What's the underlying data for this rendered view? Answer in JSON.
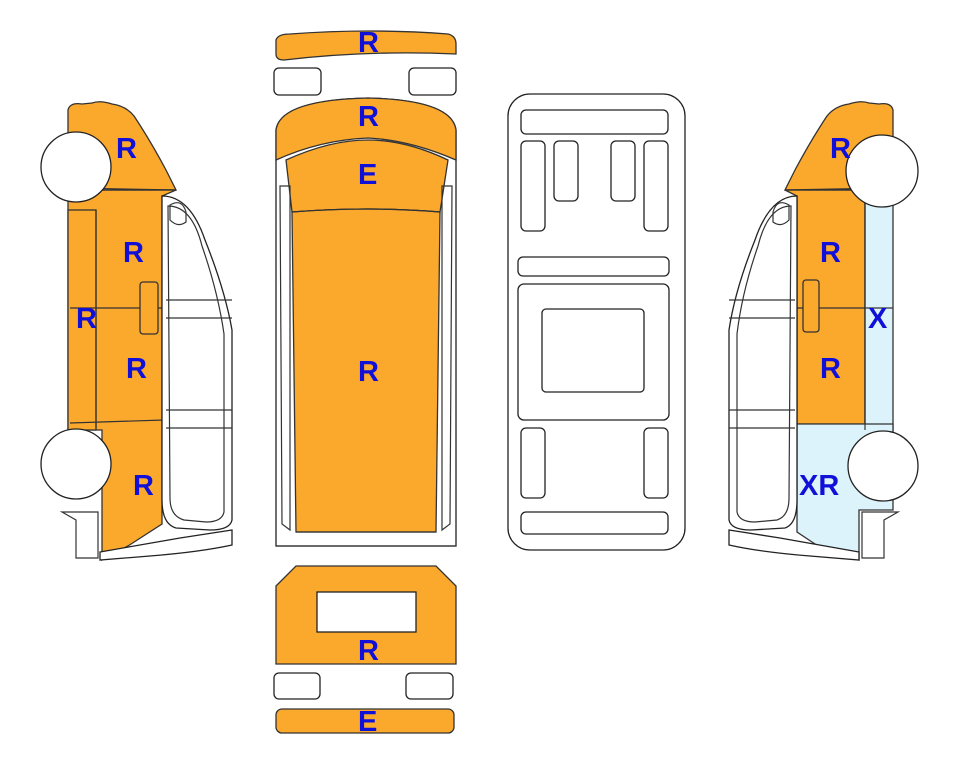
{
  "legend_colors": {
    "R": "#FBA92D",
    "E": "#FBA92D",
    "X": "#DDF3FB",
    "XR": "#DDF3FB",
    "none": "#FFFFFF"
  },
  "views": {
    "top": {
      "front_bumper": "R",
      "hood": "R",
      "windshield": "E",
      "roof": "R",
      "rear_door": "R",
      "rear_bumper": "E"
    },
    "left_side": {
      "front_fender": "R",
      "front_door": "R",
      "rocker": "R",
      "side_panel_mid": "R",
      "rear_quarter": "R"
    },
    "right_side": {
      "front_fender": "R",
      "front_door": "R",
      "rocker": "X",
      "side_panel_mid": "R",
      "rear_quarter": "XR"
    }
  }
}
